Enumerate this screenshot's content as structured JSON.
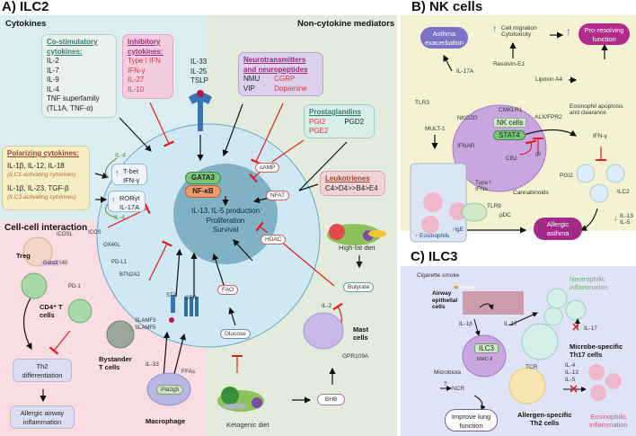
{
  "panelA": {
    "title": "A) ILC2",
    "cytokines_label": "Cytokines",
    "noncytokine_label": "Non-cytokine mediators",
    "cellcell_label": "Cell-cell interaction",
    "costim": {
      "heading1": "Co-stimulatory",
      "heading2": "cytokines:",
      "items": [
        "IL-2",
        "IL-7",
        "IL-9",
        "IL-4",
        "TNF superfamily",
        "(TL1A, TNF-α)"
      ]
    },
    "inhib": {
      "heading1": "Inhibitory",
      "heading2": "cytokines:",
      "items": [
        "Type I IFN",
        "IFN-γ",
        "IL-27",
        "IL-10"
      ]
    },
    "alarmins": [
      "IL-33",
      "IL-25",
      "TSLP"
    ],
    "polarizing": {
      "heading": "Polarizing cytokines:",
      "group1": "IL-1β, IL-12, IL-18",
      "group1_note": "(ILC1-activating cytokines)",
      "group2": "IL-1β, IL-23, TGF-β",
      "group2_note": "(ILC3-activating cytokines)"
    },
    "tbet_box": [
      "T-bet",
      "IFN-γ"
    ],
    "rorgt_box": [
      "RORγt",
      "IL-17A"
    ],
    "il4_top": "IL-4",
    "il4_bottom": "IL-4",
    "nucleus": {
      "tf1": "GATA3",
      "tf2": "NF-κB",
      "line1": "IL-13, IL-5 production",
      "line2": "Proliferation",
      "line3": "Survival"
    },
    "neuro": {
      "heading1": "Neurotransmitters",
      "heading2": "and neuropeptides",
      "activating": [
        "NMU",
        "VIP"
      ],
      "inhibiting": [
        "CGRP",
        "Dopamine"
      ]
    },
    "prostaglandins": {
      "heading": "Prostaglandins",
      "inhibiting": [
        "PGI2",
        "PGE2"
      ],
      "activating": [
        "PGD2"
      ]
    },
    "leukotrienes": {
      "heading": "Leukotrienes",
      "order": "C4>D4>>B4>E4"
    },
    "mediators": {
      "camp": "cAMP",
      "nfat": "NFAT",
      "hdac": "HDAC",
      "fao": "FAO",
      "glucose": "Glucose",
      "butyrate": "Butyrate",
      "bhb": "BHB"
    },
    "high_fat_diet": "High-fat diet",
    "ketogenic_diet": "Ketogenic diet",
    "mast_cells": "Mast cells",
    "il2": "IL-2",
    "gpr109a": "GPR109A",
    "receptors": {
      "icosl": "ICOSL",
      "icos": "ICOS",
      "ox40l": "OX40L",
      "ox40": "OX40",
      "pdl1": "PD-L1",
      "pd1": "PD-1",
      "btn2a2": "BTN2A2",
      "slamf": [
        "SLAMF3",
        "SLAMF5"
      ],
      "st2": "ST2",
      "gpr": "GPR"
    },
    "treg": "Treg",
    "gata3_small": "Gata3",
    "cd4": [
      "CD4⁺ T",
      "cells"
    ],
    "bystander": [
      "Bystander",
      "T cells"
    ],
    "th2_diff": [
      "Th2",
      "differentiation"
    ],
    "allergic_airway": [
      "Allergic airway",
      "inflammation"
    ],
    "il33": "IL-33",
    "ffas": "FFAs",
    "pla2g5": "Pla2g5",
    "macrophage": "Macrophage"
  },
  "panelB": {
    "title": "B) NK cells",
    "asthma_exacerbation": [
      "Asthma",
      "exacerbation"
    ],
    "cell_migration": [
      "Cell migration",
      "Cytotoxicity"
    ],
    "pro_resolving": [
      "Pro-resolving",
      "function"
    ],
    "il17a": "IL-17A",
    "resolvin": "Resolvin-E1",
    "lipoxin": "Lipoxin A4",
    "tlr3": "TLR3",
    "cmklr1": "CMKLR1",
    "alx": "ALX/FPR2",
    "eos_apoptosis": [
      "Eosinophil apoptosis",
      "and clearance"
    ],
    "nkg2d": "NKG2D",
    "mult1": "MULT-1",
    "nk_cells": "NK cells",
    "stat4": "STAT4",
    "ifng": "IFN-γ",
    "ifnar": "IFNAR",
    "cb2": "CB2",
    "ip": "IP",
    "pgi2": "PGI2",
    "type1_ifns": [
      "Type I",
      "IFNs"
    ],
    "cannabinoids": "Cannabinoids",
    "tlr9": "TLR9",
    "pdc": "pDC",
    "ilc2": "ILC2",
    "il13_il5": [
      "IL-13",
      "IL-5"
    ],
    "ige": "↑IgE",
    "eosinophils": "↑ Eosinophils",
    "allergic_asthma": [
      "Allergic",
      "asthma"
    ]
  },
  "panelC": {
    "title": "C) ILC3",
    "cigarette": "Cigarette smoke",
    "airway": [
      "Airway",
      "epithelial",
      "cells"
    ],
    "neutrophilic": [
      "Neutrophilic",
      "inflammation"
    ],
    "il1b": "IL-1β",
    "il17": "IL-17",
    "il17_blocked": "IL-17",
    "ilc3": "ILC3",
    "mhcii": "MHC-II",
    "tcr": "TCR",
    "microbe_th17": [
      "Microbe-specific",
      "Th17 cells"
    ],
    "microbiota": "Microbiota",
    "question": "?",
    "ncr": "NCR",
    "th2_cytokines": [
      "IL-4",
      "IL-13",
      "IL-5"
    ],
    "improve_lung": [
      "Improve lung",
      "function"
    ],
    "allergen_th2": [
      "Allergen-specific",
      "Th2 cells"
    ],
    "eosinophilic": [
      "Eosinophilic",
      "inflammation"
    ]
  },
  "colors": {
    "cytokine_bg": "#dcedf2",
    "noncytokine_bg": "#e3ecdc",
    "cellcell_bg": "#f9dde2",
    "nk_bg": "#f5f2d2",
    "ilc3_bg": "#dfe3f6",
    "cell_fill": "#cfe8f1",
    "nucleus": "#7fb1c7",
    "inhibit": "#e02020",
    "gata3": "#7bc67b",
    "nfkb": "#ef9a6a",
    "purple_heading": "#9b2a7a",
    "teal_heading": "#2f7b73",
    "polar_heading": "#a0442c"
  }
}
